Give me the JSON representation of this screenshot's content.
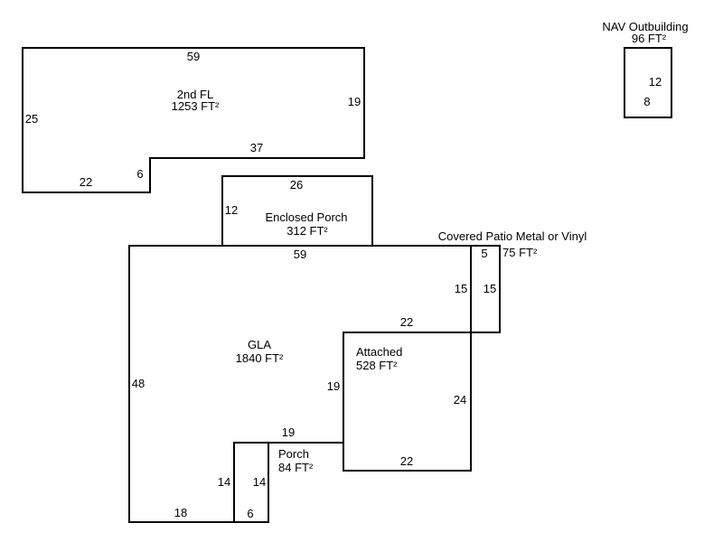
{
  "areas": {
    "second_floor": {
      "name": "2nd FL",
      "area": "1253 FT²",
      "dims": [
        "59",
        "19",
        "37",
        "6",
        "22",
        "25"
      ]
    },
    "enclosed_porch": {
      "name": "Enclosed Porch",
      "area": "312 FT²",
      "dims": [
        "26",
        "12"
      ]
    },
    "gla": {
      "name": "GLA",
      "area": "1840 FT²",
      "dims": [
        "59",
        "48",
        "18",
        "19",
        "22"
      ]
    },
    "covered_patio": {
      "name": "Covered Patio Metal or Vinyl",
      "area": "75 FT²",
      "dims": [
        "5",
        "15",
        "15"
      ]
    },
    "attached": {
      "name": "Attached",
      "area": "528 FT²",
      "dims": [
        "24",
        "22",
        "19"
      ]
    },
    "porch": {
      "name": "Porch",
      "area": "84 FT²",
      "dims": [
        "14",
        "14",
        "6"
      ]
    },
    "nav_outbuilding": {
      "name": "NAV Outbuilding",
      "area": "96 FT²",
      "dims": [
        "12",
        "8"
      ]
    }
  }
}
